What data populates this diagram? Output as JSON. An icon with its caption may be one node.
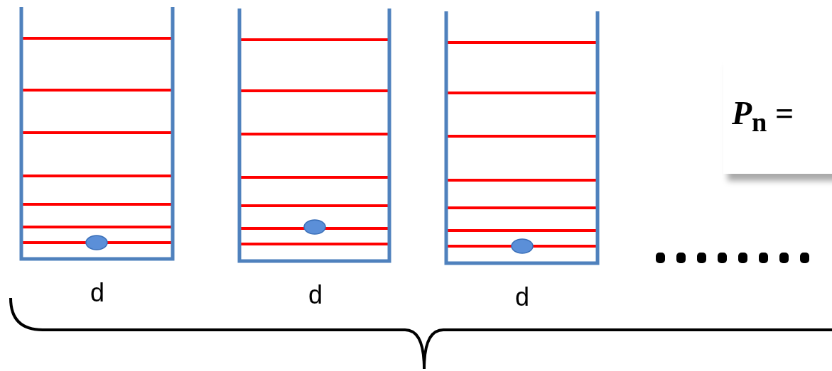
{
  "diagram": {
    "nodes": [
      {
        "text": [
          "*P*$_{n}$ ="
        ]
      }
    ],
    "labels": [
      "d",
      "d",
      "d"
    ]
  }
}
